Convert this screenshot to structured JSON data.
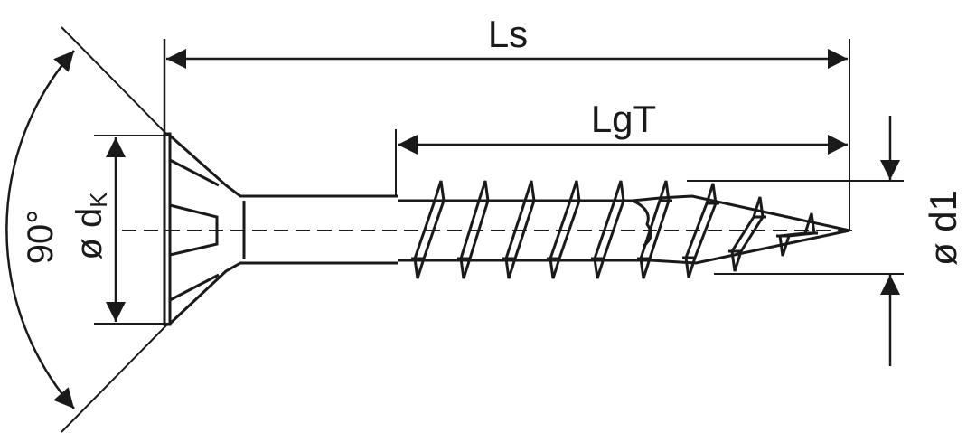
{
  "labels": {
    "overall_length": "Ls",
    "thread_length": "LgT",
    "head_angle": "90°",
    "head_diameter_prefix": "ø d",
    "head_diameter_subscript": "K",
    "thread_diameter": "ø d1"
  },
  "colors": {
    "line": "#1a1a1a",
    "background": "#ffffff"
  }
}
